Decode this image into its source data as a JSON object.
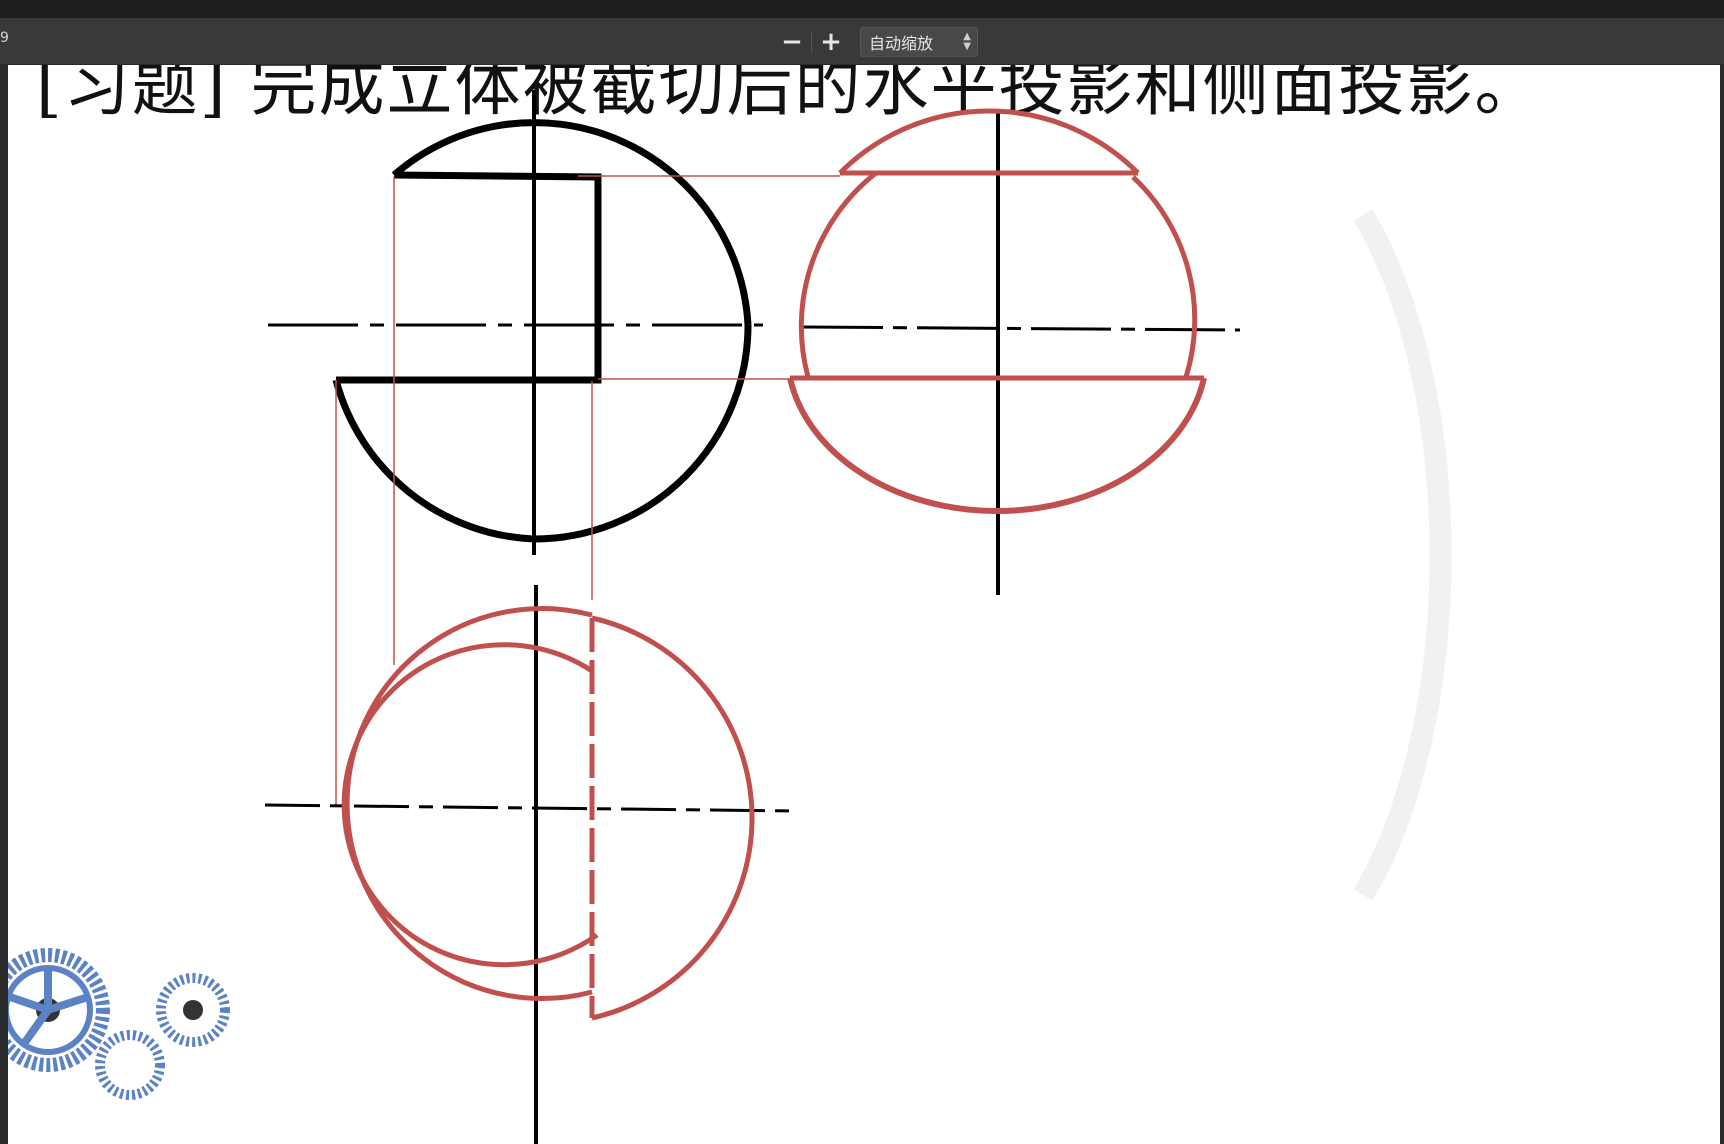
{
  "toolbar": {
    "page_indicator": "9",
    "zoom_out_symbol": "−",
    "zoom_in_symbol": "+",
    "zoom_mode": "自动缩放"
  },
  "slide": {
    "title": "[习题] 完成立体被截切后的水平投影和侧面投影。"
  },
  "colors": {
    "answer_stroke": "#c0504d",
    "drawing_stroke": "#000000",
    "toolbar_bg": "#38393b",
    "gear": "#5b82c4"
  },
  "icons": [
    "minus-icon",
    "plus-icon",
    "updown-caret-icon",
    "gear-icon"
  ]
}
